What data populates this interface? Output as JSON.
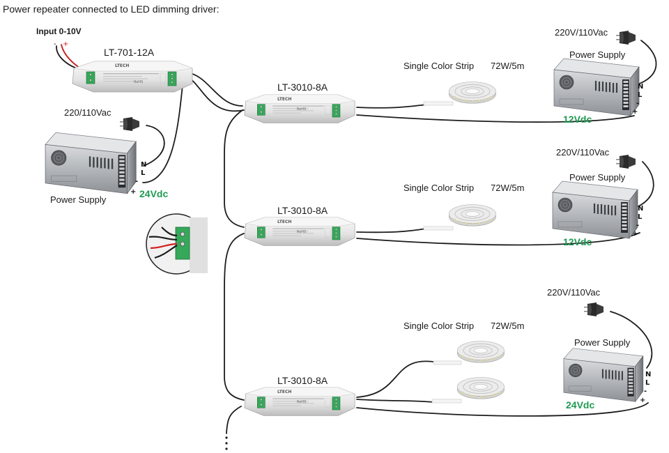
{
  "title": "Power repeater connected to LED dimming driver:",
  "input_label": "Input 0-10V",
  "input_polarity": {
    "neg": "-",
    "pos": "+"
  },
  "master": {
    "model": "LT-701-12A",
    "brand": "LTECH",
    "rohs": "RoHS"
  },
  "main_psu": {
    "ac_label": "220/110Vac",
    "label": "Power Supply",
    "dc_label": "24Vdc"
  },
  "terminals": {
    "n": "N",
    "l": "L",
    "minus": "-",
    "plus": "+"
  },
  "rows": [
    {
      "repeater": "LT-3010-8A",
      "strip": "Single Color Strip",
      "power": "72W/5m",
      "ac_label": "220V/110Vac",
      "psu_label": "Power Supply",
      "dc_label": "12Vdc"
    },
    {
      "repeater": "LT-3010-8A",
      "strip": "Single Color Strip",
      "power": "72W/5m",
      "ac_label": "220V/110Vac",
      "psu_label": "Power Supply",
      "dc_label": "12Vdc"
    },
    {
      "repeater": "LT-3010-8A",
      "strip": "Single Color Strip",
      "power": "72W/5m",
      "ac_label": "220V/110Vac",
      "psu_label": "Power Supply",
      "dc_label": "24Vdc"
    }
  ],
  "device_text": {
    "brand": "LTECH",
    "rohs": "RoHS"
  },
  "colors": {
    "voltage_green": "#1f9a52",
    "wire": "#1c1c1c",
    "terminal_green": "#36a85a",
    "wire_red": "#d42020"
  }
}
